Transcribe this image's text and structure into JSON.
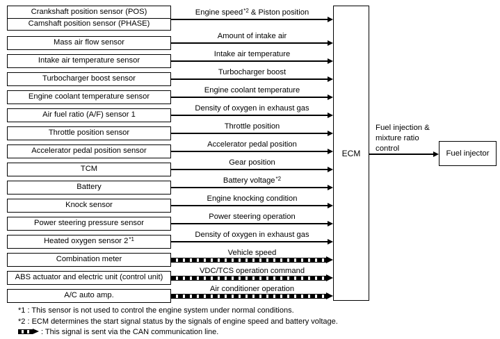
{
  "diagram": {
    "ecm": {
      "label": "ECM"
    },
    "rows": [
      {
        "box_lines": [
          {
            "main": "Crankshaft position sensor (POS)"
          },
          {
            "main": "Camshaft position sensor (PHASE)"
          }
        ],
        "signal": {
          "main": "Engine speed",
          "sup": "*2",
          "tail": " & Piston position"
        },
        "dashed": false
      },
      {
        "box_lines": [
          {
            "main": "Mass air flow sensor"
          }
        ],
        "signal": {
          "main": "Amount of intake air"
        },
        "dashed": false
      },
      {
        "box_lines": [
          {
            "main": "Intake air temperature sensor"
          }
        ],
        "signal": {
          "main": "Intake air temperature"
        },
        "dashed": false
      },
      {
        "box_lines": [
          {
            "main": "Turbocharger boost sensor"
          }
        ],
        "signal": {
          "main": "Turbocharger boost"
        },
        "dashed": false
      },
      {
        "box_lines": [
          {
            "main": "Engine coolant temperature sensor"
          }
        ],
        "signal": {
          "main": "Engine coolant temperature"
        },
        "dashed": false
      },
      {
        "box_lines": [
          {
            "main": "Air fuel ratio (A/F) sensor 1"
          }
        ],
        "signal": {
          "main": "Density of oxygen in exhaust gas"
        },
        "dashed": false
      },
      {
        "box_lines": [
          {
            "main": "Throttle position sensor"
          }
        ],
        "signal": {
          "main": "Throttle position"
        },
        "dashed": false
      },
      {
        "box_lines": [
          {
            "main": "Accelerator pedal position sensor"
          }
        ],
        "signal": {
          "main": "Accelerator pedal position"
        },
        "dashed": false
      },
      {
        "box_lines": [
          {
            "main": "TCM"
          }
        ],
        "signal": {
          "main": "Gear position"
        },
        "dashed": false
      },
      {
        "box_lines": [
          {
            "main": "Battery"
          }
        ],
        "signal": {
          "main": "Battery voltage",
          "sup": "*2"
        },
        "dashed": false
      },
      {
        "box_lines": [
          {
            "main": "Knock sensor"
          }
        ],
        "signal": {
          "main": "Engine knocking condition"
        },
        "dashed": false
      },
      {
        "box_lines": [
          {
            "main": "Power steering pressure sensor"
          }
        ],
        "signal": {
          "main": "Power steering operation"
        },
        "dashed": false
      },
      {
        "box_lines": [
          {
            "main": "Heated oxygen sensor 2",
            "sup": "*1"
          }
        ],
        "signal": {
          "main": "Density of oxygen in exhaust gas"
        },
        "dashed": false
      },
      {
        "box_lines": [
          {
            "main": "Combination meter"
          }
        ],
        "signal": {
          "main": "Vehicle speed"
        },
        "dashed": true
      },
      {
        "box_lines": [
          {
            "main": "ABS actuator and electric unit (control unit)"
          }
        ],
        "signal": {
          "main": "VDC/TCS operation command"
        },
        "dashed": true
      },
      {
        "box_lines": [
          {
            "main": "A/C auto amp."
          }
        ],
        "signal": {
          "main": "Air conditioner operation"
        },
        "dashed": true
      }
    ],
    "output": {
      "label_lines": [
        "Fuel injection &",
        "mixture ratio",
        "control"
      ],
      "target_box": "Fuel injector"
    },
    "notes": {
      "note1": "*1 : This sensor is not used to control the engine system under normal conditions.",
      "note2": "*2 : ECM determines the start signal status by the signals of engine speed and battery voltage.",
      "can_note": ": This signal is sent via the CAN communication line."
    },
    "icons": {
      "arrowhead": "solid-right-triangle",
      "can_dashed_arrow": "thick-dashed-arrow-right"
    },
    "colors": {
      "line": "#000000",
      "background": "#ffffff"
    }
  }
}
